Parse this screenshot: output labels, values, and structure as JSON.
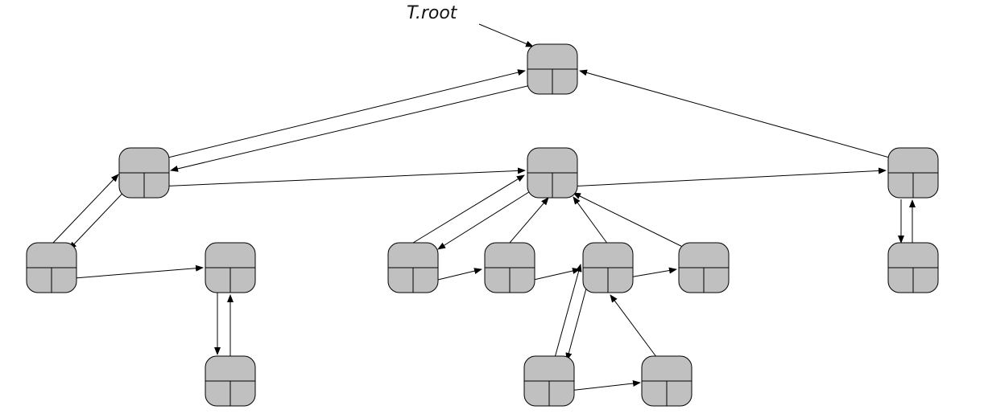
{
  "root_label": "T.root",
  "colors": {
    "node_fill": "#c0c0c0",
    "stroke": "#000000",
    "background": "#ffffff"
  },
  "nodes": [
    {
      "id": "root"
    },
    {
      "id": "n1"
    },
    {
      "id": "n2"
    },
    {
      "id": "n3"
    },
    {
      "id": "n1a"
    },
    {
      "id": "n1b"
    },
    {
      "id": "n1b1"
    },
    {
      "id": "n2a"
    },
    {
      "id": "n2b"
    },
    {
      "id": "n2c"
    },
    {
      "id": "n2d"
    },
    {
      "id": "n2c1"
    },
    {
      "id": "n2c2"
    },
    {
      "id": "n3a"
    }
  ],
  "edges": [
    {
      "from": "label",
      "to": "root"
    },
    {
      "from": "n1",
      "to": "root"
    },
    {
      "from": "root",
      "to": "n1"
    },
    {
      "from": "n1",
      "to": "n2"
    },
    {
      "from": "n2",
      "to": "n3"
    },
    {
      "from": "n3",
      "to": "root"
    },
    {
      "from": "n1a",
      "to": "n1"
    },
    {
      "from": "n1",
      "to": "n1a"
    },
    {
      "from": "n1a",
      "to": "n1b"
    },
    {
      "from": "n1b",
      "to": "n1b1"
    },
    {
      "from": "n1b1",
      "to": "n1b"
    },
    {
      "from": "n2a",
      "to": "n2"
    },
    {
      "from": "n2",
      "to": "n2a"
    },
    {
      "from": "n2a",
      "to": "n2b"
    },
    {
      "from": "n2b",
      "to": "n2"
    },
    {
      "from": "n2b",
      "to": "n2c"
    },
    {
      "from": "n2c",
      "to": "n2"
    },
    {
      "from": "n2c",
      "to": "n2d"
    },
    {
      "from": "n2d",
      "to": "n2"
    },
    {
      "from": "n2c1",
      "to": "n2c"
    },
    {
      "from": "n2c",
      "to": "n2c1"
    },
    {
      "from": "n2c1",
      "to": "n2c2"
    },
    {
      "from": "n2c2",
      "to": "n2c"
    },
    {
      "from": "n3",
      "to": "n3a"
    },
    {
      "from": "n3a",
      "to": "n3"
    }
  ]
}
